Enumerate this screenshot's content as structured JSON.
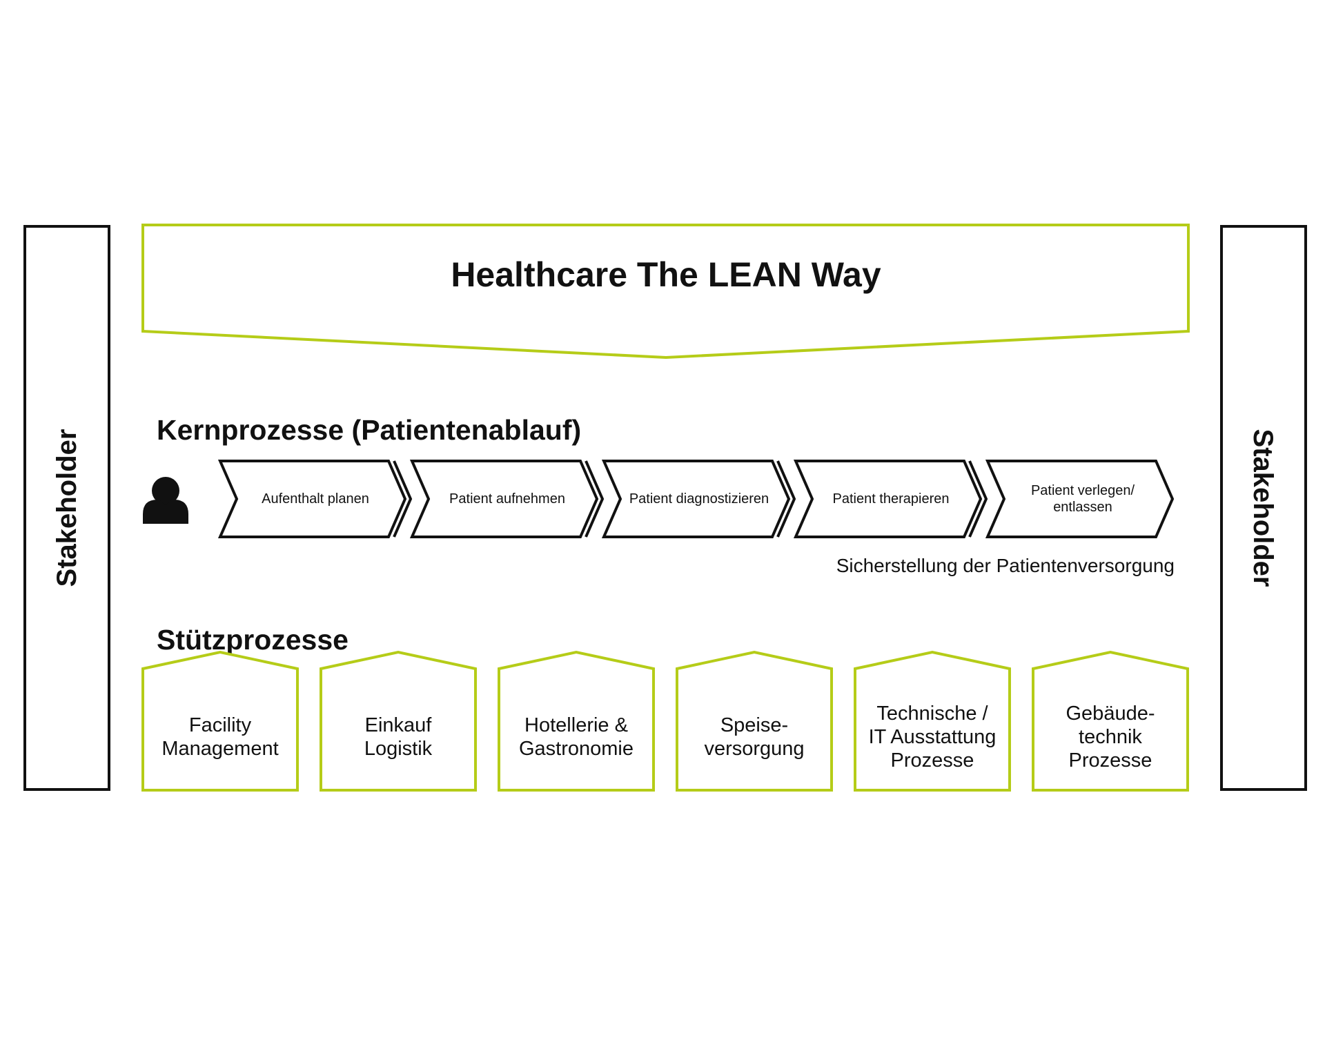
{
  "colors": {
    "accent": "#b5cc18",
    "dark": "#111111",
    "background": "#ffffff"
  },
  "title": "Healthcare The LEAN Way",
  "stakeholder_left": "Stakeholder",
  "stakeholder_right": "Stakeholder",
  "core": {
    "heading": "Kernprozesse (Patientenablauf)",
    "patient_icon": "person-icon",
    "steps": [
      {
        "lines": [
          "Aufenthalt planen"
        ]
      },
      {
        "lines": [
          "Patient aufnehmen"
        ]
      },
      {
        "lines": [
          "Patient diagnostizieren"
        ]
      },
      {
        "lines": [
          "Patient therapieren"
        ]
      },
      {
        "lines": [
          "Patient verlegen/",
          "entlassen"
        ]
      }
    ],
    "caption": "Sicherstellung der Patientenversorgung"
  },
  "support": {
    "heading": "Stützprozesse",
    "items": [
      {
        "lines": [
          "Facility",
          "Management"
        ]
      },
      {
        "lines": [
          "Einkauf",
          "Logistik"
        ]
      },
      {
        "lines": [
          "Hotellerie &",
          "Gastronomie"
        ]
      },
      {
        "lines": [
          "Speise-",
          "versorgung"
        ]
      },
      {
        "lines": [
          "Technische /",
          "IT Ausstattung",
          "Prozesse"
        ]
      },
      {
        "lines": [
          "Gebäude-",
          "technik",
          "Prozesse"
        ]
      }
    ]
  }
}
